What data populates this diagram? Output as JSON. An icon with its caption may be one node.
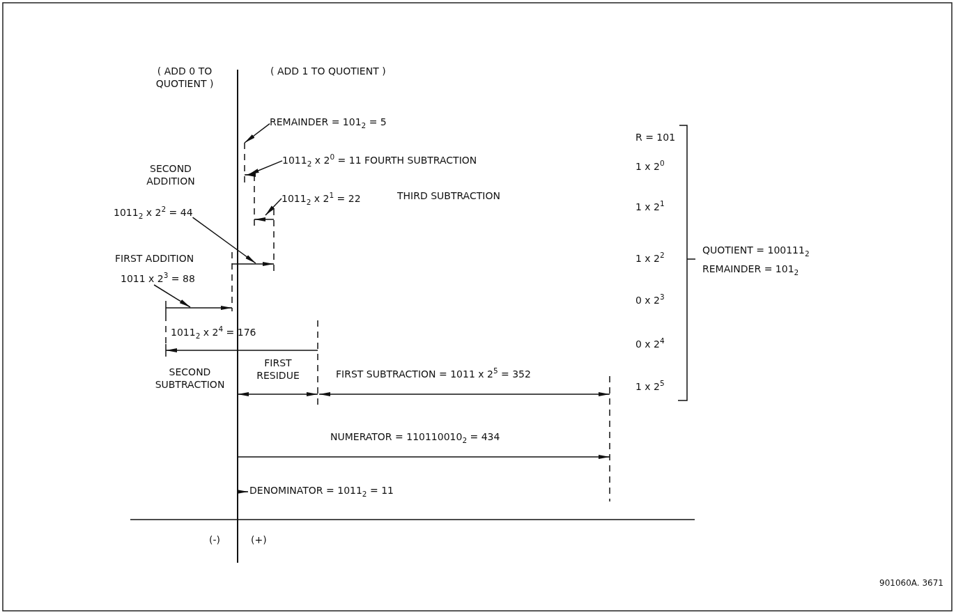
{
  "diagram": {
    "nodes": [
      {
        "text": [
          "REMAINDER = 101$_{2}$ = 5"
        ]
      },
      {
        "text": [
          "1011$_{2}$ x 2$^{0}$ = 11 FOURTH SUBTRACTION"
        ]
      },
      {
        "text": [
          "1011$_{2}$ x 2$^{1}$ = 22"
        ]
      },
      {
        "text": [
          "1011$_{2}$ x 2$^{2}$ = 44"
        ]
      },
      {
        "text": [
          "1011 x 2$^{3}$ = 88"
        ]
      }
    ],
    "edges": [
      {
        "from": 0,
        "to": null,
        "arrow": "to"
      },
      {
        "from": 1,
        "to": null,
        "arrow": "to"
      },
      {
        "from": 2,
        "to": null,
        "arrow": "to"
      },
      {
        "from": 3,
        "to": null,
        "arrow": "to"
      },
      {
        "from": 4,
        "to": null,
        "arrow": "to"
      }
    ],
    "labels": [
      "( ADD 0 TO QUOTIENT )",
      "( ADD 1 TO QUOTIENT )",
      "R = 101",
      "SECOND ADDITION",
      "1 x 2$^{0}$",
      "THIRD SUBTRACTION",
      "1 x 2$^{1}$",
      "QUOTIENT = 100111$_{2}$",
      "FIRST ADDITION",
      "1 x 2$^{2}$",
      "REMAINDER = 101$_{2}$",
      "0 x 2$^{3}$",
      "1011$_{2}$ x 2$^{4}$ = 176",
      "0 x 2$^{4}$",
      "FIRST RESIDUE",
      "SECOND SUBTRACTION",
      "FIRST SUBTRACTION = 1011 x 2$^{5}$ = 352",
      "1 x 2$^{5}$",
      "NUMERATOR = 110110010$_{2}$ = 434",
      "DENOMINATOR = 1011$_{2}$ = 11",
      "(-)",
      "(+)",
      "901060A. 3671"
    ]
  }
}
